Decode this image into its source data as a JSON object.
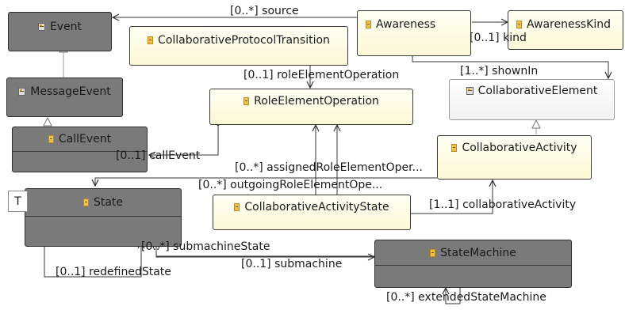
{
  "classes": {
    "event": "Event",
    "message_event": "MessageEvent",
    "call_event": "CallEvent",
    "state": "State",
    "collaborative_protocol_transition": "CollaborativeProtocolTransition",
    "role_element_operation": "RoleElementOperation",
    "collaborative_activity_state": "CollaborativeActivityState",
    "awareness": "Awareness",
    "awareness_kind": "AwarenessKind",
    "collaborative_element": "CollaborativeElement",
    "collaborative_activity": "CollaborativeActivity",
    "state_machine": "StateMachine"
  },
  "edge_labels": {
    "source": "[0..*] source",
    "kind": "[0..1] kind",
    "shown_in": "[1..*] shownIn",
    "role_element_operation": "[0..1] roleElementOperation",
    "call_event": "[0..1] callEvent",
    "assigned_role_element_oper": "[0..*] assignedRoleElementOper...",
    "outgoing_role_element_ope": "[0..*] outgoingRoleElementOpe...",
    "collaborative_activity": "[1..1] collaborativeActivity",
    "submachine_state": "[0..*] submachineState",
    "submachine": "[0..1] submachine",
    "redefined_state": "[0..1] redefinedState",
    "extended_state_machine": "[0..*] extendedStateMachine"
  },
  "badge": "T",
  "icons": [
    "class-icon",
    "signal-icon"
  ]
}
